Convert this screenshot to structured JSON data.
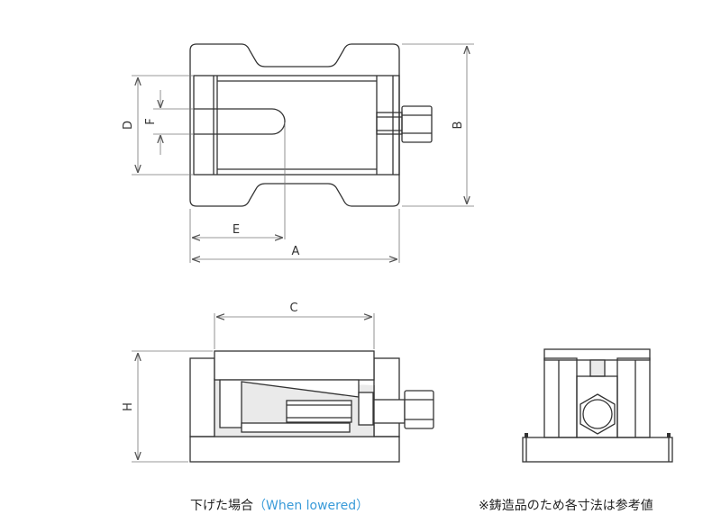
{
  "dimensions": {
    "A": "A",
    "B": "B",
    "C": "C",
    "D": "D",
    "E": "E",
    "F": "F",
    "H": "H"
  },
  "caption": {
    "main": "下げた場合",
    "english": "（When lowered）",
    "note": "※鋳造品のため各寸法は参考値"
  },
  "colors": {
    "line": "#333333",
    "dimension": "#666666",
    "gray_fill": "#eaeaea",
    "caption_blue": "#3a9bd9"
  }
}
